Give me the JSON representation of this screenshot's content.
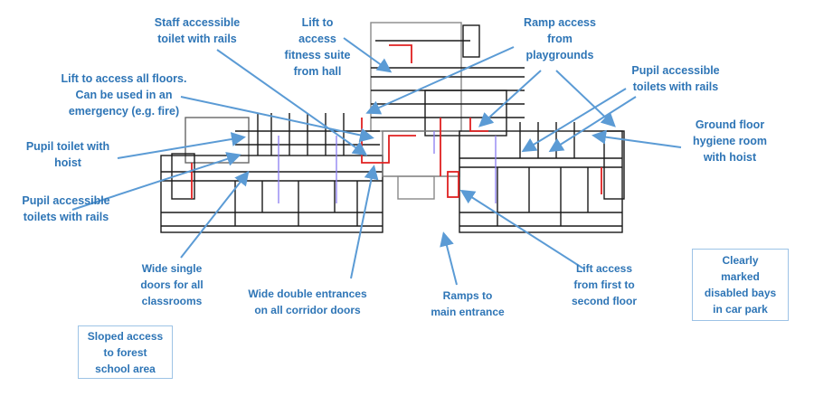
{
  "title_labels": {
    "staff_toilet": [
      "Staff accessible",
      "toilet with rails"
    ],
    "lift_fitness": [
      "Lift to",
      "access",
      "fitness suite",
      "from hall"
    ],
    "ramp_playgrounds": [
      "Ramp access",
      "from",
      "playgrounds"
    ],
    "lift_all_floors": [
      "Lift to access all floors.",
      "Can be used in an",
      "emergency (e.g. fire)"
    ],
    "pupil_toilets_right": [
      "Pupil accessible",
      "toilets with rails"
    ],
    "pupil_toilet_hoist": [
      "Pupil toilet with",
      "hoist"
    ],
    "hygiene_room": [
      "Ground  floor",
      "hygiene room",
      "with hoist"
    ],
    "pupil_toilets_left": [
      "Pupil accessible",
      "toilets with rails"
    ],
    "wide_single_doors": [
      "Wide single",
      "doors for all",
      "classrooms"
    ],
    "wide_double_entrances": [
      "Wide double entrances",
      "on all corridor  doors"
    ],
    "ramps_main_entrance": [
      "Ramps to",
      "main entrance"
    ],
    "lift_first_second": [
      "Lift access",
      "from first to",
      "second floor"
    ]
  },
  "boxes": {
    "disabled_bays": [
      "Clearly",
      "marked",
      "disabled bays",
      "in car park"
    ],
    "forest_school": [
      "Sloped access",
      "to forest",
      "school area"
    ]
  },
  "colors": {
    "text": "#2e75b6",
    "arrow": "#5b9bd5",
    "wall": "#1a1a1a",
    "fire_route": "#e02020",
    "services": "#8a7cf0"
  }
}
